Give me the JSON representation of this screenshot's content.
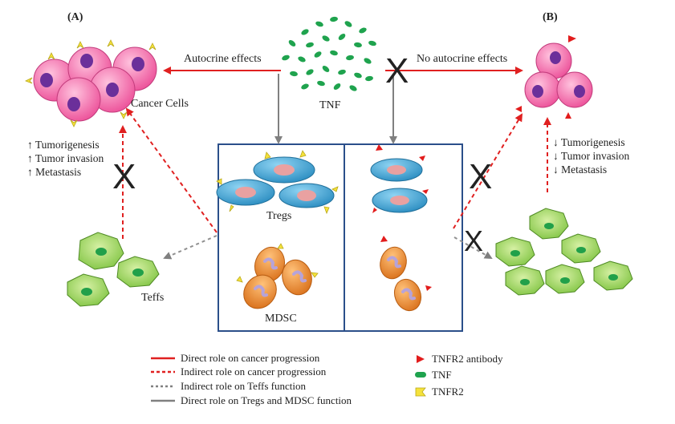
{
  "panels": {
    "a": "(A)",
    "b": "(B)"
  },
  "labels": {
    "autocrine": "Autocrine effects",
    "no_autocrine": "No autocrine effects",
    "tnf": "TNF",
    "cancer_cells": "Cancer Cells",
    "tregs": "Tregs",
    "mdsc": "MDSC",
    "teffs": "Teffs"
  },
  "blocked_symbol": "X",
  "left_effects": [
    "↑ Tumorigenesis",
    "↑ Tumor invasion",
    "↑ Metastasis"
  ],
  "right_effects": [
    "↓ Tumorigenesis",
    "↓ Tumor invasion",
    "↓ Metastasis"
  ],
  "legend_lines": [
    {
      "text": "Direct role on cancer progression",
      "style": "red-solid",
      "color": "#e02020"
    },
    {
      "text": "Indirect role on cancer progression",
      "style": "red-dashed",
      "color": "#e02020"
    },
    {
      "text": "Indirect role on Teffs function",
      "style": "grey-dashed",
      "color": "#808080"
    },
    {
      "text": "Direct role on Tregs and MDSC function",
      "style": "grey-solid",
      "color": "#808080"
    }
  ],
  "legend_symbols": [
    {
      "text": "TNFR2 antibody",
      "icon": "red-triangle-icon"
    },
    {
      "text": "TNF",
      "icon": "green-pill-icon"
    },
    {
      "text": "TNFR2",
      "icon": "yellow-receptor-icon"
    }
  ],
  "colors": {
    "cancer": "#f06aa8",
    "nucleus": "#6b2f9a",
    "treg": "#3aa6d6",
    "treg_nucleus": "#e9a1a1",
    "mdsc": "#ee8a28",
    "teff": "#8ccf4a",
    "teff_nucleus": "#21a04a",
    "tnf": "#1fa34e",
    "receptor": "#f5e23b",
    "antibody": "#e21c1c",
    "box": "#2b4f8a"
  }
}
